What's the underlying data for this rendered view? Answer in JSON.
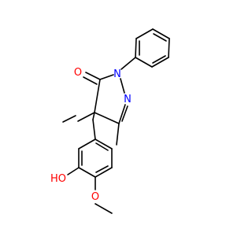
{
  "molecule": {
    "atom_labels": {
      "carbonyl_oxygen": "O",
      "ring_nitrogen_1": "N",
      "ring_nitrogen_2": "N",
      "hydroxyl": "HO",
      "methoxy_oxygen": "O"
    },
    "colors": {
      "bond": "#000000",
      "oxygen": "#ff0000",
      "nitrogen": "#0000ff",
      "background": "#ffffff"
    }
  }
}
